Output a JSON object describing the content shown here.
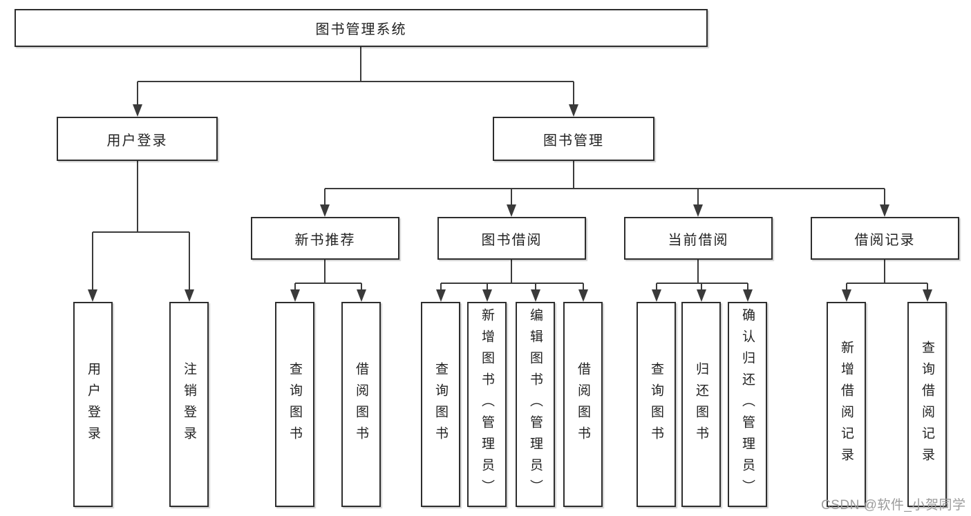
{
  "tree": {
    "label": "图书管理系统",
    "children": [
      {
        "label": "用户登录",
        "children": [
          {
            "label": "用户登录"
          },
          {
            "label": "注销登录"
          }
        ]
      },
      {
        "label": "图书管理",
        "children": [
          {
            "label": "新书推荐",
            "children": [
              {
                "label": "查询图书"
              },
              {
                "label": "借阅图书"
              }
            ]
          },
          {
            "label": "图书借阅",
            "children": [
              {
                "label": "查询图书"
              },
              {
                "label": "新增图书（管理员）"
              },
              {
                "label": "编辑图书（管理员）"
              },
              {
                "label": "借阅图书"
              }
            ]
          },
          {
            "label": "当前借阅",
            "children": [
              {
                "label": "查询图书"
              },
              {
                "label": "归还图书"
              },
              {
                "label": "确认归还（管理员）"
              }
            ]
          },
          {
            "label": "借阅记录",
            "children": [
              {
                "label": "新增借阅记录"
              },
              {
                "label": "查询借阅记录"
              }
            ]
          }
        ]
      }
    ]
  },
  "watermark": "CSDN @软件_小贺同学",
  "colors": {
    "background": "#ffffff",
    "line": "#3a3a3a",
    "box_border": "#2d2d2d",
    "text": "#222222",
    "watermark": "#9b9b9b"
  }
}
